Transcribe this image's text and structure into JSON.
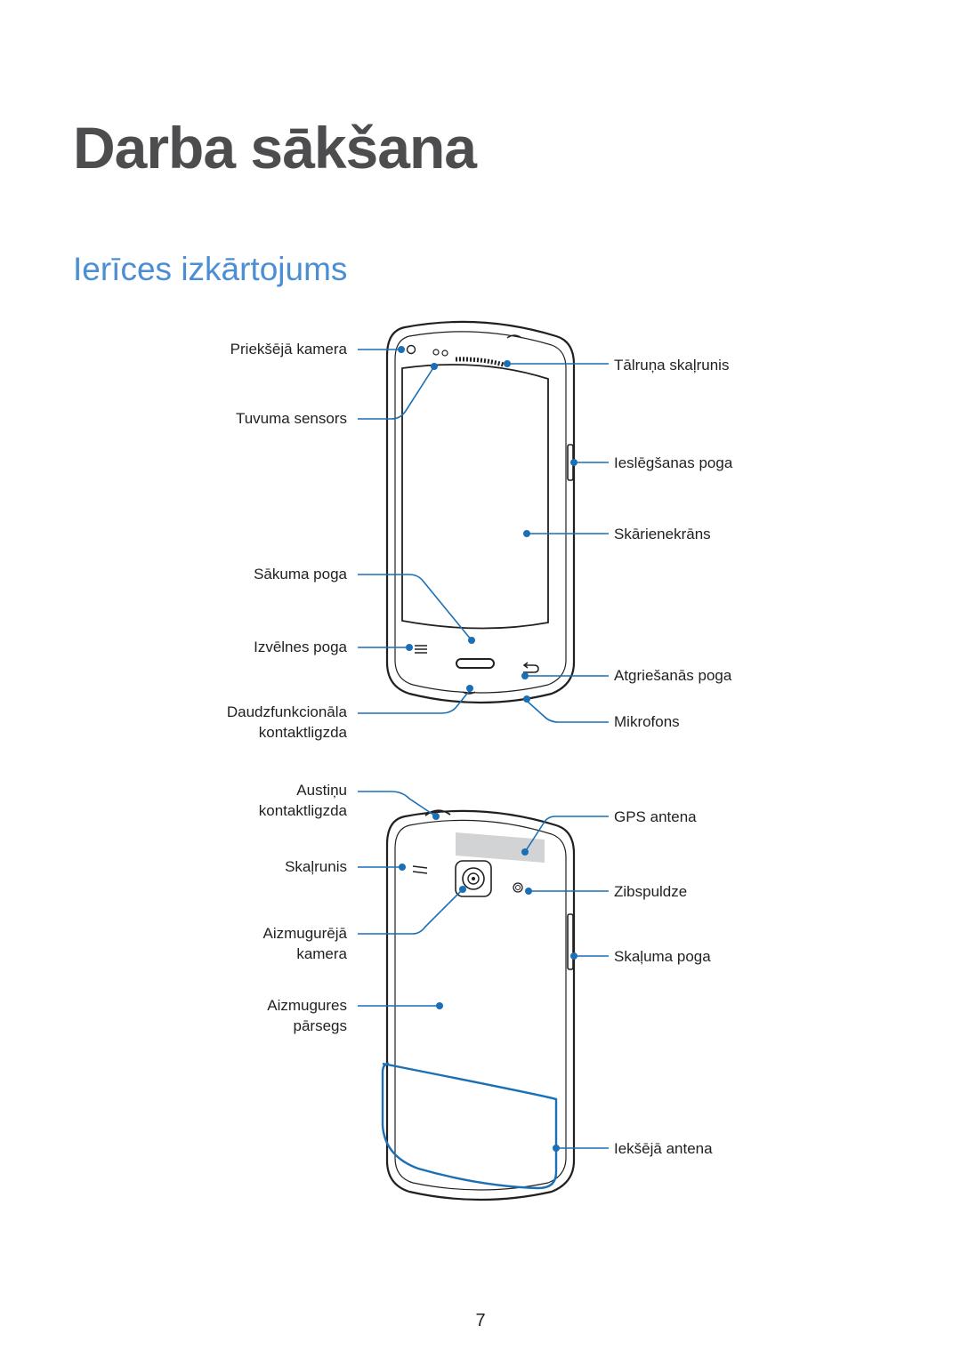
{
  "chapter_title": "Darba sākšana",
  "section_title": "Ierīces izkārtojums",
  "front_labels": {
    "front_camera": "Priekšējā kamera",
    "proximity_sensor": "Tuvuma sensors",
    "home_button": "Sākuma poga",
    "menu_button": "Izvēlnes poga",
    "multipurpose_jack_line1": "Daudzfunkcionāla",
    "multipurpose_jack_line2": "kontaktligzda",
    "earpiece": "Tālruņa skaļrunis",
    "power_button": "Ieslēgšanas poga",
    "touch_screen": "Skārienekrāns",
    "back_button": "Atgriešanās poga",
    "microphone": "Mikrofons"
  },
  "back_labels": {
    "headset_jack_line1": "Austiņu",
    "headset_jack_line2": "kontaktligzda",
    "speaker": "Skaļrunis",
    "rear_camera_line1": "Aizmugurējā",
    "rear_camera_line2": "kamera",
    "back_cover_line1": "Aizmugures",
    "back_cover_line2": "pārsegs",
    "gps_antenna": "GPS antena",
    "flash": "Zibspuldze",
    "volume_button": "Skaļuma poga",
    "internal_antenna": "Iekšējā antena"
  },
  "page_number": "7",
  "colors": {
    "title": "#4d4d4f",
    "section": "#4b8ed3",
    "callout": "#1a6fb5",
    "device_outline": "#231f20"
  }
}
